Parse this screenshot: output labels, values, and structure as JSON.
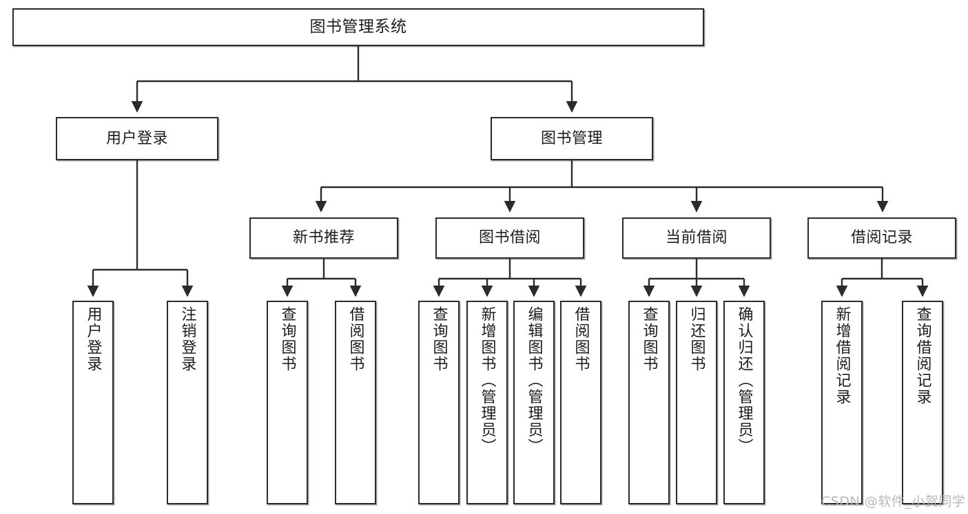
{
  "diagram": {
    "title": "图书管理系统",
    "type": "function-structure-tree",
    "watermark": "CSDN @软件_小贺同学",
    "colors": {
      "box_border": "#2b2b2b",
      "box_fill": "#ffffff",
      "connector": "#2b2b2b",
      "text": "#1c1c1c",
      "watermark": "#b9b9b9",
      "background": "#ffffff"
    },
    "levels": {
      "level1": [
        {
          "id": "root",
          "label": "图书管理系统"
        }
      ],
      "level2": [
        {
          "id": "user-login",
          "label": "用户登录",
          "parent": "root"
        },
        {
          "id": "book-manage",
          "label": "图书管理",
          "parent": "root"
        }
      ],
      "level3": [
        {
          "id": "new-book-rec",
          "label": "新书推荐",
          "parent": "book-manage"
        },
        {
          "id": "book-borrow",
          "label": "图书借阅",
          "parent": "book-manage"
        },
        {
          "id": "current-borrow",
          "label": "当前借阅",
          "parent": "book-manage"
        },
        {
          "id": "borrow-record",
          "label": "借阅记录",
          "parent": "book-manage"
        }
      ],
      "leaves": [
        {
          "id": "leaf-user-login",
          "label": "用户登录",
          "parent": "user-login"
        },
        {
          "id": "leaf-user-logout",
          "label": "注销登录",
          "parent": "user-login"
        },
        {
          "id": "leaf-rec-query",
          "label": "查询图书",
          "parent": "new-book-rec"
        },
        {
          "id": "leaf-rec-borrow",
          "label": "借阅图书",
          "parent": "new-book-rec"
        },
        {
          "id": "leaf-borrow-query",
          "label": "查询图书",
          "parent": "book-borrow"
        },
        {
          "id": "leaf-borrow-add",
          "label": "新增图书（管理员）",
          "parent": "book-borrow"
        },
        {
          "id": "leaf-borrow-edit",
          "label": "编辑图书（管理员）",
          "parent": "book-borrow"
        },
        {
          "id": "leaf-borrow-lend",
          "label": "借阅图书",
          "parent": "book-borrow"
        },
        {
          "id": "leaf-cur-query",
          "label": "查询图书",
          "parent": "current-borrow"
        },
        {
          "id": "leaf-cur-return",
          "label": "归还图书",
          "parent": "current-borrow"
        },
        {
          "id": "leaf-cur-confirm",
          "label": "确认归还（管理员）",
          "parent": "current-borrow"
        },
        {
          "id": "leaf-rec-add",
          "label": "新增借阅记录",
          "parent": "borrow-record"
        },
        {
          "id": "leaf-rec-query2",
          "label": "查询借阅记录",
          "parent": "borrow-record"
        }
      ]
    }
  }
}
